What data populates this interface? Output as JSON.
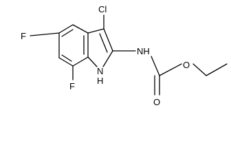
{
  "molecule": {
    "atoms": {
      "cl": "Cl",
      "f_top": "F",
      "f_bottom": "F",
      "nh_amide": "NH",
      "nh_ring": "H",
      "n_ring": "N",
      "o_ester": "O",
      "o_carbonyl": "O"
    }
  }
}
